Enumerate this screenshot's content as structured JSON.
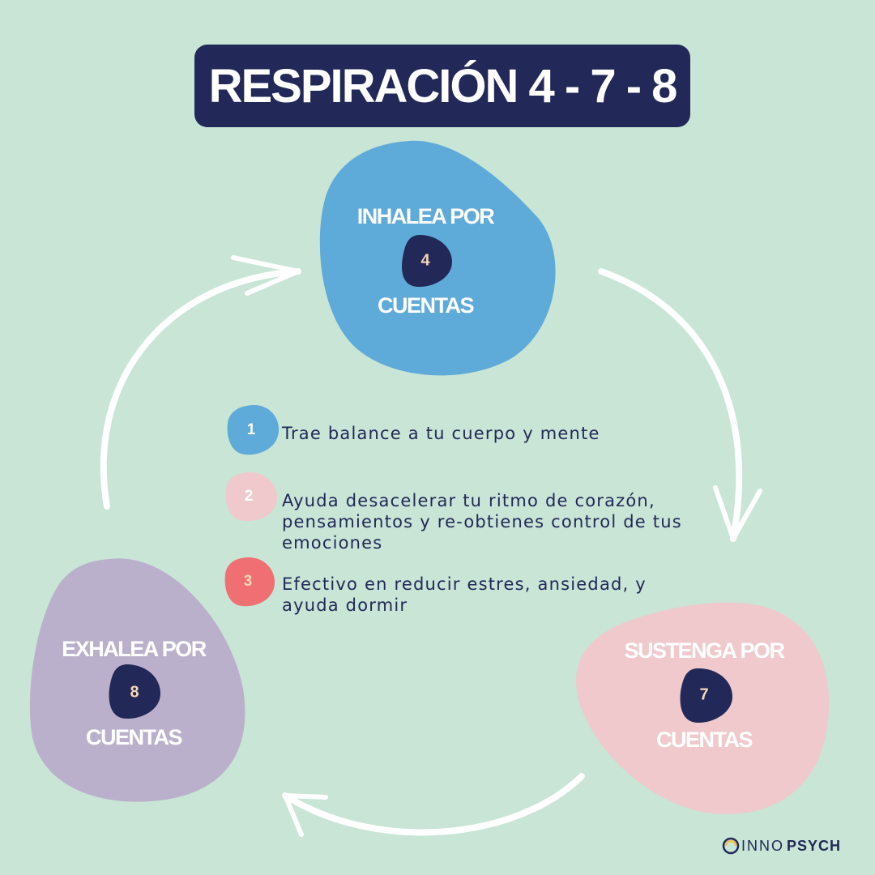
{
  "title": "RESPIRACIÓN 4 - 7 - 8",
  "steps": {
    "inhale": {
      "top_label": "INHALEA POR",
      "count": "4",
      "bottom_label": "CUENTAS",
      "color": "#5eaad8"
    },
    "hold": {
      "top_label": "SUSTENGA POR",
      "count": "7",
      "bottom_label": "CUENTAS",
      "color": "#efc9cb"
    },
    "exhale": {
      "top_label": "EXHALEA POR",
      "count": "8",
      "bottom_label": "CUENTAS",
      "color": "#bbb0cb"
    }
  },
  "points": [
    {
      "number": "1",
      "badge_color": "#5eaad8",
      "line1": "Trae balance a tu cuerpo y mente",
      "line2": "",
      "line3": ""
    },
    {
      "number": "2",
      "badge_color": "#efc9cb",
      "line1": "Ayuda desacelerar tu ritmo de corazón,",
      "line2": "pensamientos y re-obtienes control de tus",
      "line3": "emociones"
    },
    {
      "number": "3",
      "badge_color": "#ef6f72",
      "line1": "Efectivo en reducir estres, ansiedad, y",
      "line2": "ayuda dormir",
      "line3": ""
    }
  ],
  "brand": {
    "part1": "INNO",
    "part2": "PSYCH",
    "icon": "innopsych-logo-icon"
  },
  "colors": {
    "background": "#c8e5d6",
    "navy": "#222857",
    "peach": "#f3d6b8"
  }
}
